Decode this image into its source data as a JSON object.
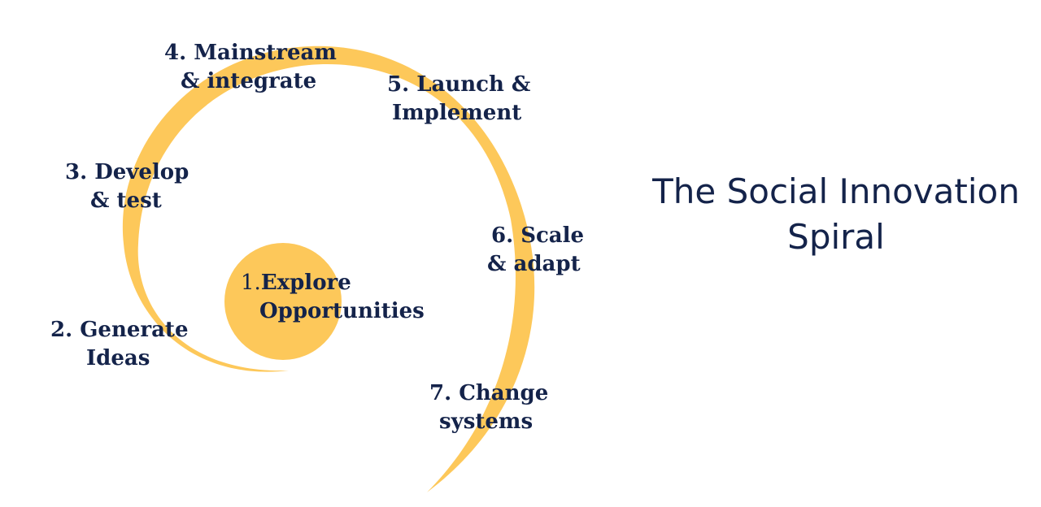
{
  "colors": {
    "spiral": "#fdc85a",
    "text": "#14234a",
    "background": "#ffffff"
  },
  "title": {
    "line1": "The Social Innovation",
    "line2": "Spiral"
  },
  "stages": [
    {
      "number": "1.",
      "line1": "Explore",
      "line2": "Opportunities"
    },
    {
      "line1": "2. Generate",
      "line2": "Ideas"
    },
    {
      "line1": "3. Develop",
      "line2": "& test"
    },
    {
      "line1": "4. Mainstream",
      "line2": "& integrate"
    },
    {
      "line1": "5. Launch &",
      "line2": "Implement"
    },
    {
      "line1": "6. Scale",
      "line2": "& adapt"
    },
    {
      "line1": "7. Change",
      "line2": "systems"
    }
  ]
}
